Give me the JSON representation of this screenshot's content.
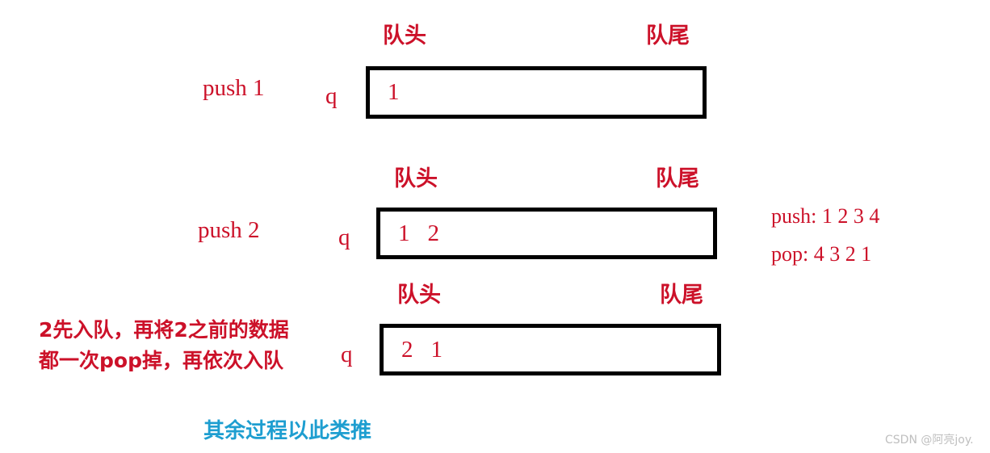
{
  "figure": {
    "title_watermark": "CSDN @阿亮joy.",
    "footer_note": "其余过程以此类推",
    "colors": {
      "red": "#cc1129",
      "blue": "#1e9ed0",
      "box_border": "#000000",
      "watermark": "#bfbfbf",
      "background": "#ffffff"
    }
  },
  "side_note": {
    "push_line": "push: 1 2 3 4",
    "pop_line": "pop: 4 3 2 1"
  },
  "rows": [
    {
      "operation": "push 1",
      "queue_name": "q",
      "head_label": "队头",
      "tail_label": "队尾",
      "cells": [
        "1"
      ]
    },
    {
      "operation": "push 2",
      "queue_name": "q",
      "head_label": "队头",
      "tail_label": "队尾",
      "cells": [
        "1",
        "2"
      ]
    },
    {
      "operation_lines": [
        "2先入队，再将2之前的数据",
        "都一次pop掉，再依次入队"
      ],
      "queue_name": "q",
      "head_label": "队头",
      "tail_label": "队尾",
      "cells": [
        "2",
        "1"
      ]
    }
  ]
}
